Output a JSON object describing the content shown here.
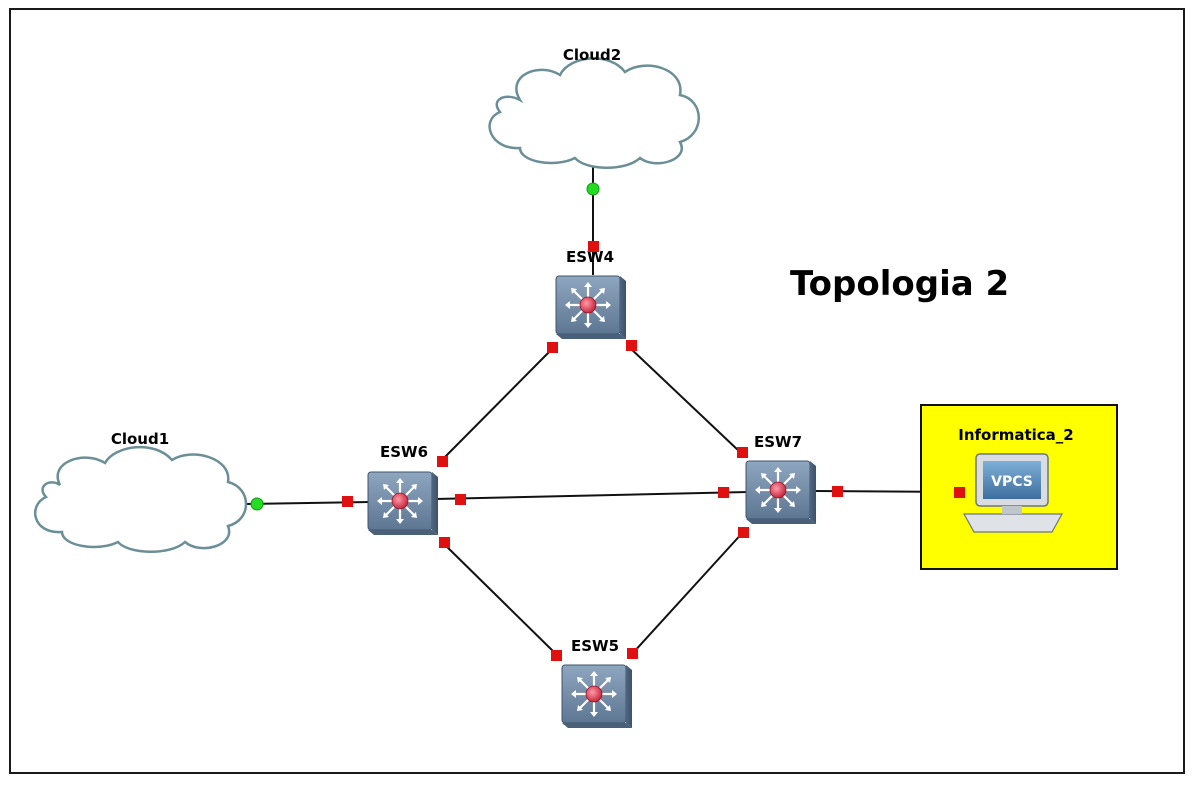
{
  "title": "Topologia 2",
  "nodes": {
    "cloud1": {
      "label": "Cloud1"
    },
    "cloud2": {
      "label": "Cloud2"
    },
    "esw4": {
      "label": "ESW4"
    },
    "esw5": {
      "label": "ESW5"
    },
    "esw6": {
      "label": "ESW6"
    },
    "esw7": {
      "label": "ESW7"
    },
    "pc": {
      "label": "Informatica_2",
      "screen_text": "VPCS"
    }
  },
  "colors": {
    "link": "#111111",
    "port_down": "#e01010",
    "port_up": "#22dd22",
    "switch_body": "#6e8aa6",
    "cloud_stroke": "#6b8f96",
    "highlight_box": "#ffff00"
  }
}
